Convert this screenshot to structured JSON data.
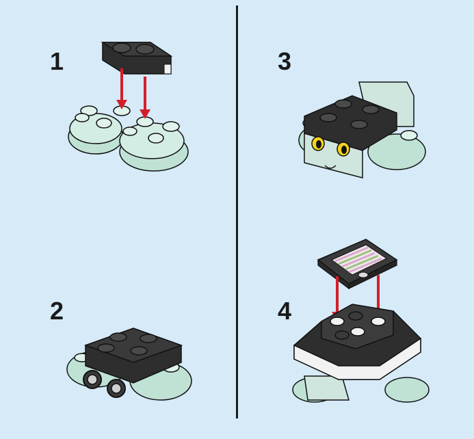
{
  "steps": [
    {
      "number": "1"
    },
    {
      "number": "2"
    },
    {
      "number": "3"
    },
    {
      "number": "4"
    }
  ],
  "colors": {
    "background": "#d6eaf8",
    "divider": "#1b1b1b",
    "brick_black": "#2e2e2e",
    "brick_mint": "#cfe6df",
    "brick_translucent": "#bfe2d5",
    "arrow_red": "#d21f2b",
    "eye_yellow": "#f6d31a",
    "solar_stripe_pink": "#d9a9c9",
    "solar_stripe_green": "#9bc47a"
  }
}
